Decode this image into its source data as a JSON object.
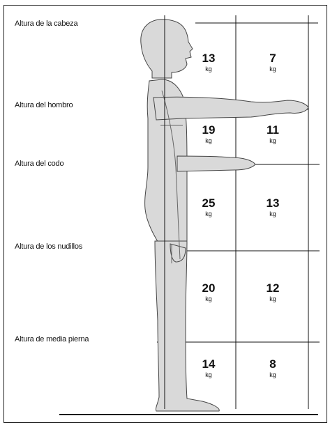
{
  "levels": [
    {
      "label": "Altura de la cabeza"
    },
    {
      "label": "Altura del hombro"
    },
    {
      "label": "Altura del codo"
    },
    {
      "label": "Altura de los nudillos"
    },
    {
      "label": "Altura de media pierna"
    }
  ],
  "zones": [
    {
      "near": "13",
      "far": "7"
    },
    {
      "near": "19",
      "far": "11"
    },
    {
      "near": "25",
      "far": "13"
    },
    {
      "near": "20",
      "far": "12"
    },
    {
      "near": "14",
      "far": "8"
    }
  ],
  "unit": "kg",
  "colors": {
    "figure_fill": "#d9d9d9",
    "figure_stroke": "#444444",
    "lines": "#111111"
  }
}
